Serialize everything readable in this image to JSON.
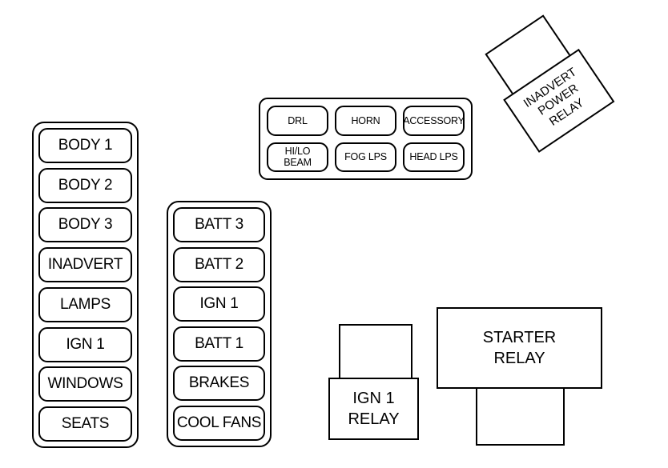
{
  "colors": {
    "line": "#000000",
    "background": "#ffffff"
  },
  "left_panel": {
    "fuses": [
      "BODY 1",
      "BODY 2",
      "BODY 3",
      "INADVERT",
      "LAMPS",
      "IGN 1",
      "WINDOWS",
      "SEATS"
    ]
  },
  "middle_panel": {
    "fuses": [
      "BATT 3",
      "BATT 2",
      "IGN 1",
      "BATT 1",
      "BRAKES",
      "COOL FANS"
    ]
  },
  "relay_block": {
    "cells": [
      {
        "lines": [
          "DRL"
        ]
      },
      {
        "lines": [
          "HORN"
        ]
      },
      {
        "lines": [
          "ACCESSORY"
        ]
      },
      {
        "lines": [
          "HI/LO",
          "BEAM"
        ]
      },
      {
        "lines": [
          "FOG LPS"
        ]
      },
      {
        "lines": [
          "HEAD LPS"
        ]
      }
    ]
  },
  "inadvert_relay": {
    "lines": [
      "INADVERT",
      "POWER",
      "RELAY"
    ]
  },
  "ign1_relay": {
    "lines": [
      "IGN 1",
      "RELAY"
    ]
  },
  "starter_relay": {
    "lines": [
      "STARTER",
      "RELAY"
    ]
  }
}
